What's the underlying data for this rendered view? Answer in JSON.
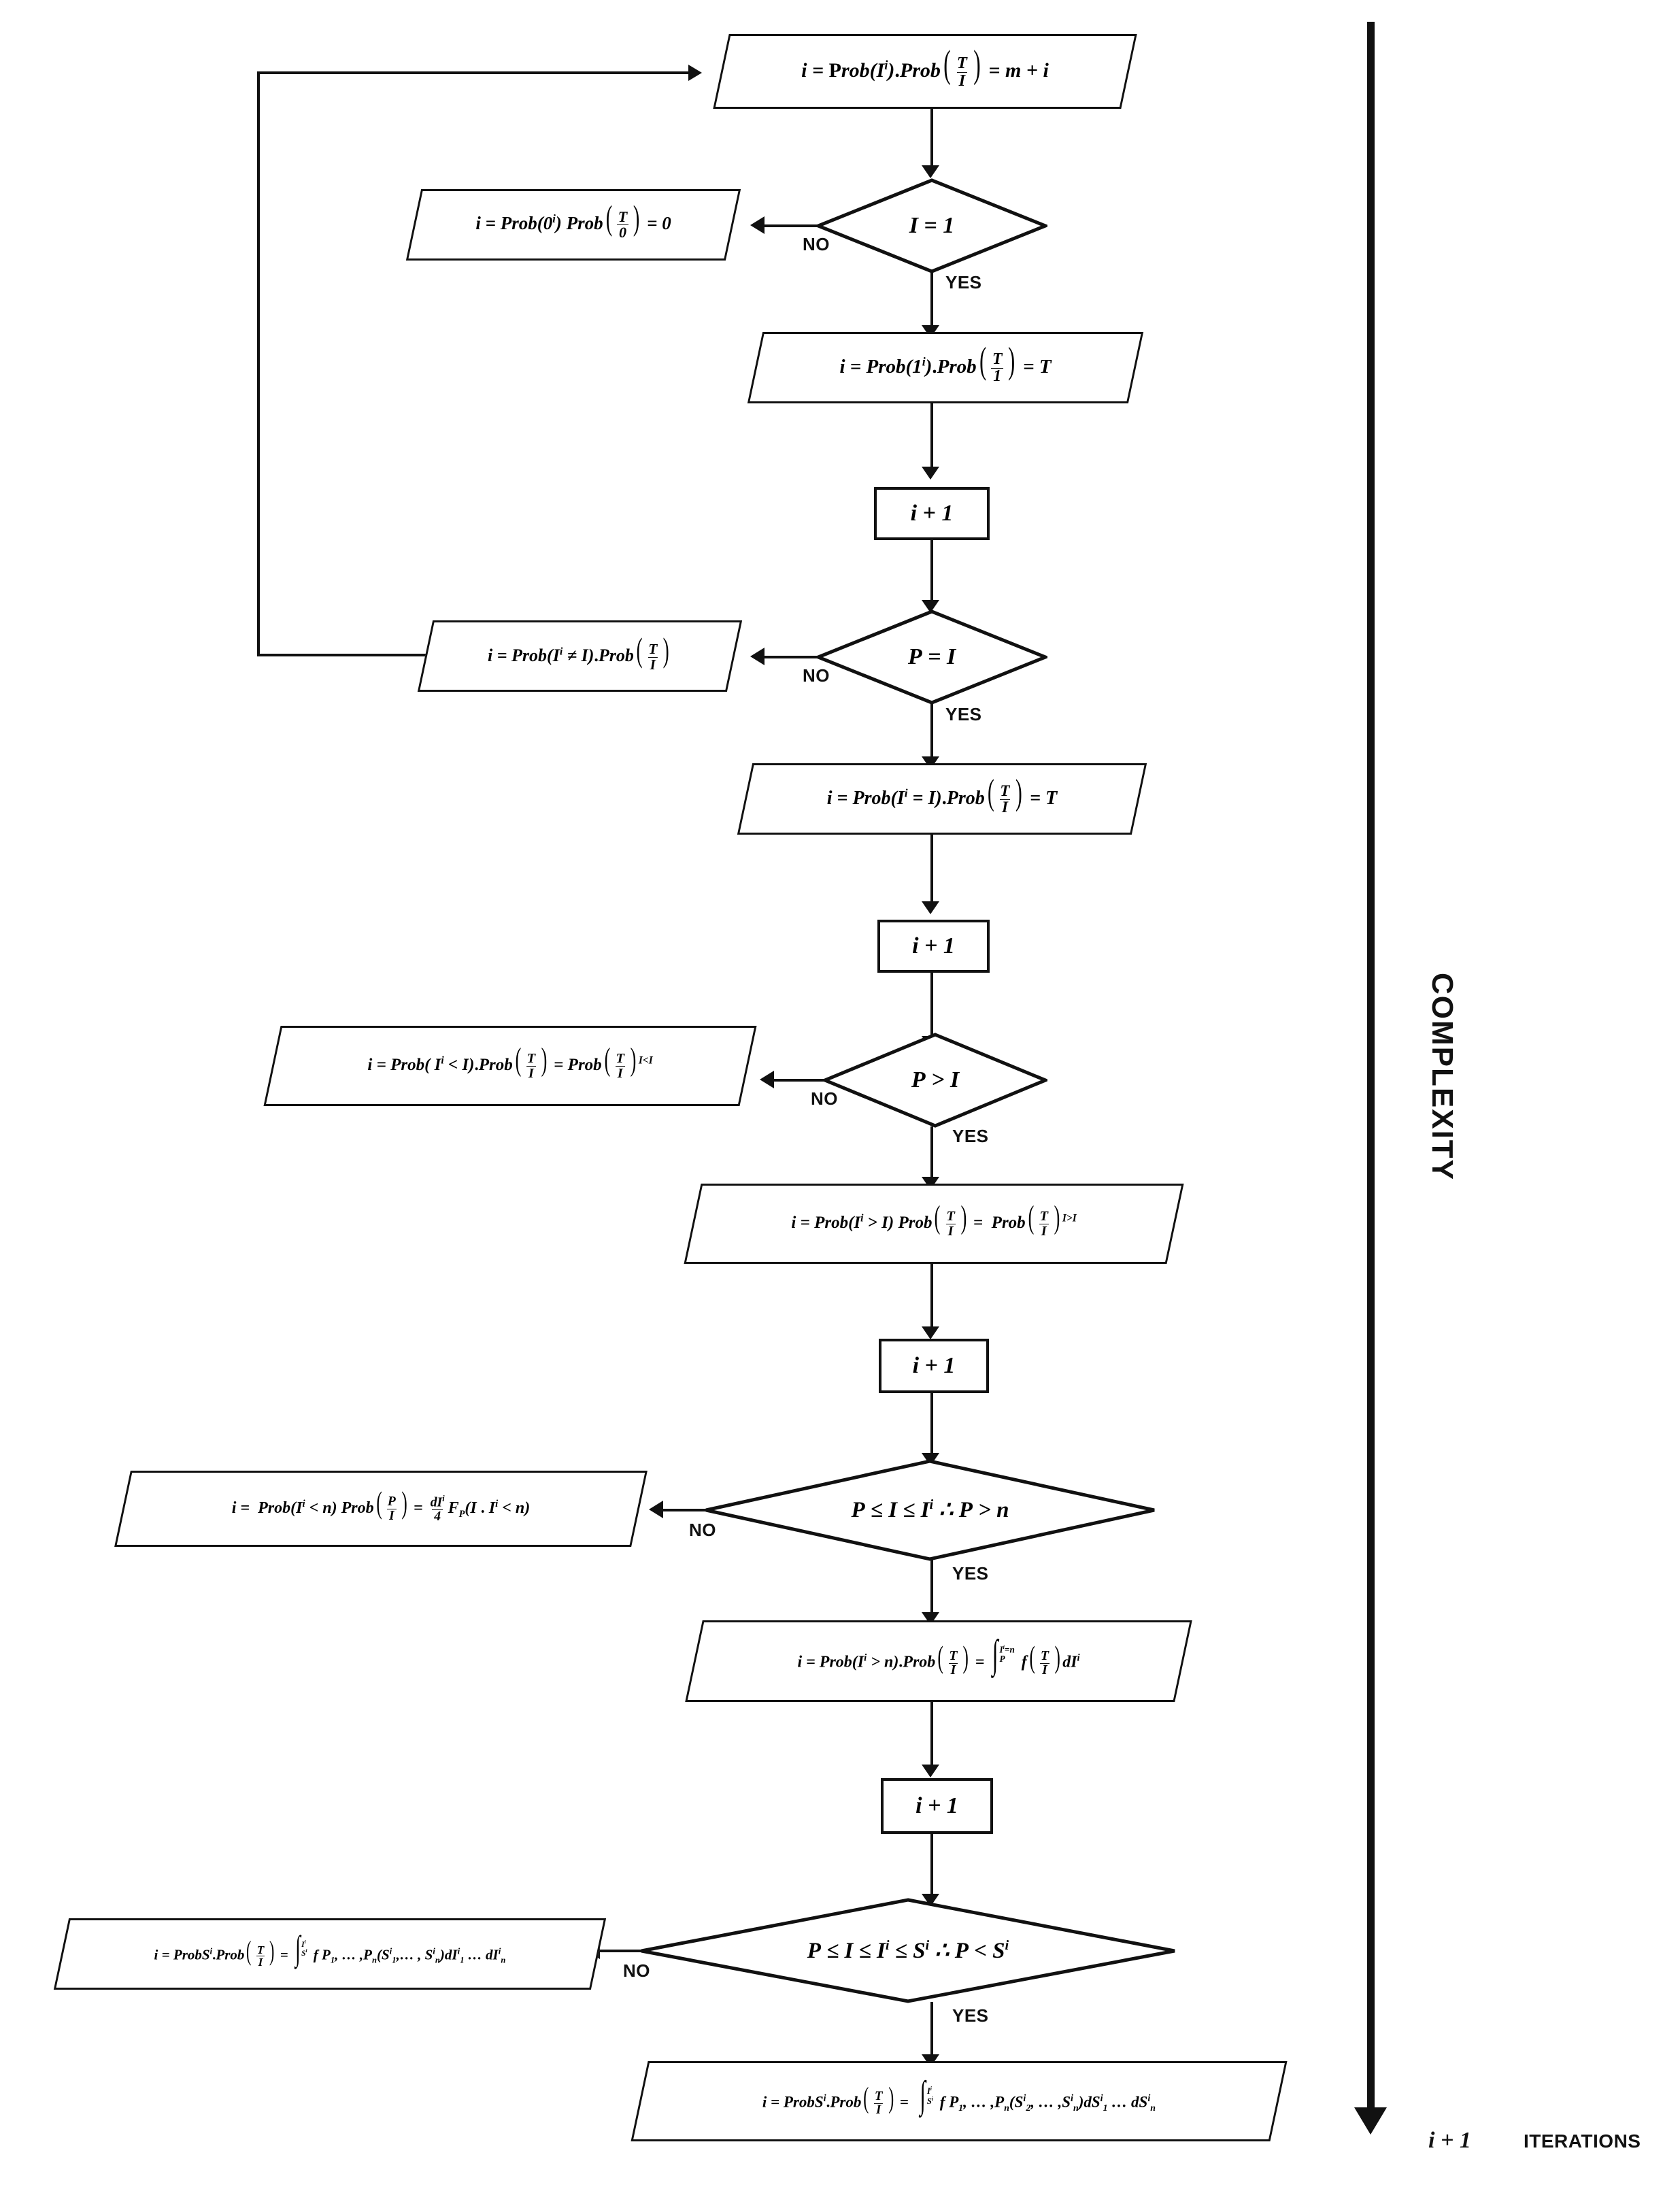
{
  "diagram": {
    "title_axis": "COMPLEXITY",
    "footer": {
      "iterations_math": "i + 1",
      "iterations_label": "ITERATIONS"
    },
    "edge_labels": {
      "yes": "YES",
      "no": "NO"
    },
    "nodes": [
      {
        "id": "n1",
        "shape": "parallelogram",
        "text": "i = Prob(I^i).Prob(T/I) = m + i"
      },
      {
        "id": "d1",
        "shape": "diamond",
        "text": "I = 1"
      },
      {
        "id": "n2",
        "shape": "parallelogram",
        "text": "i = Prob(0^i).Prob(T/0) = 0"
      },
      {
        "id": "n3",
        "shape": "parallelogram",
        "text": "i = Prob(1^i).Prob(T/1) = T"
      },
      {
        "id": "inc1",
        "shape": "rectangle",
        "text": "i + 1"
      },
      {
        "id": "d2",
        "shape": "diamond",
        "text": "P = I"
      },
      {
        "id": "n4",
        "shape": "parallelogram",
        "text": "i = Prob(I^i ≠ I).Prob(T/I)"
      },
      {
        "id": "n5",
        "shape": "parallelogram",
        "text": "i = Prob(I^i = I).Prob(T/I) = T"
      },
      {
        "id": "inc2",
        "shape": "rectangle",
        "text": "i + 1"
      },
      {
        "id": "d3",
        "shape": "diamond",
        "text": "P > I"
      },
      {
        "id": "n6",
        "shape": "parallelogram",
        "text": "i = Prob(I^i < I).Prob(T/I) = Prob(T/I)^(I<I)"
      },
      {
        "id": "n7",
        "shape": "parallelogram",
        "text": "i = Prob(I^i > I).Prob(T/I) = Prob(T/I)^(I>I)"
      },
      {
        "id": "inc3",
        "shape": "rectangle",
        "text": "i + 1"
      },
      {
        "id": "d4",
        "shape": "diamond",
        "text": "P ≤ I ≤ I^i ∴ P > n"
      },
      {
        "id": "n8",
        "shape": "parallelogram",
        "text": "i = Prob(I^i < n) Prob(P/I) = (dI^i/4) F_P(I . I^i < n)"
      },
      {
        "id": "n9",
        "shape": "parallelogram",
        "text": "i = Prob(I^i > n).Prob(T/I) = ∫_P^(I^i=n) f(T/I) dI^i"
      },
      {
        "id": "inc4",
        "shape": "rectangle",
        "text": "i + 1"
      },
      {
        "id": "d5",
        "shape": "diamond",
        "text": "P ≤ I ≤ I^i ≤ S^i ∴ P < S^i"
      },
      {
        "id": "n10",
        "shape": "parallelogram",
        "text": "i = ProbS^i.Prob(T/I) = ∫_{S^i}^{I^i} f P₁,…,Pₙ(S^i₁,…,S^iₙ) dI^i₁ … dI^iₙ"
      },
      {
        "id": "n11",
        "shape": "parallelogram",
        "text": "i = ProbS^i.Prob(T/I) = ∫_{S^i}^{I^i} f P₁,…,Pₙ(S^i₂,…,S^iₙ)dS^i₁ … dS^iₙ"
      }
    ],
    "tokens": {
      "i": "i",
      "eq": "=",
      "neq": "≠",
      "lt": "<",
      "gt": ">",
      "le": "≤",
      "therefore": "∴",
      "prob": "Prob",
      "T": "T",
      "I": "I",
      "P": "P",
      "n": "n",
      "m": "m",
      "one": "1",
      "zero": "0",
      "S": "S",
      "f": "f",
      "d": "d",
      "four": "4",
      "F": "F",
      "plus": "+",
      "dot": ".",
      "ellipsis": "…",
      "sub1": "1",
      "subn": "n",
      "sub2": "2"
    }
  }
}
